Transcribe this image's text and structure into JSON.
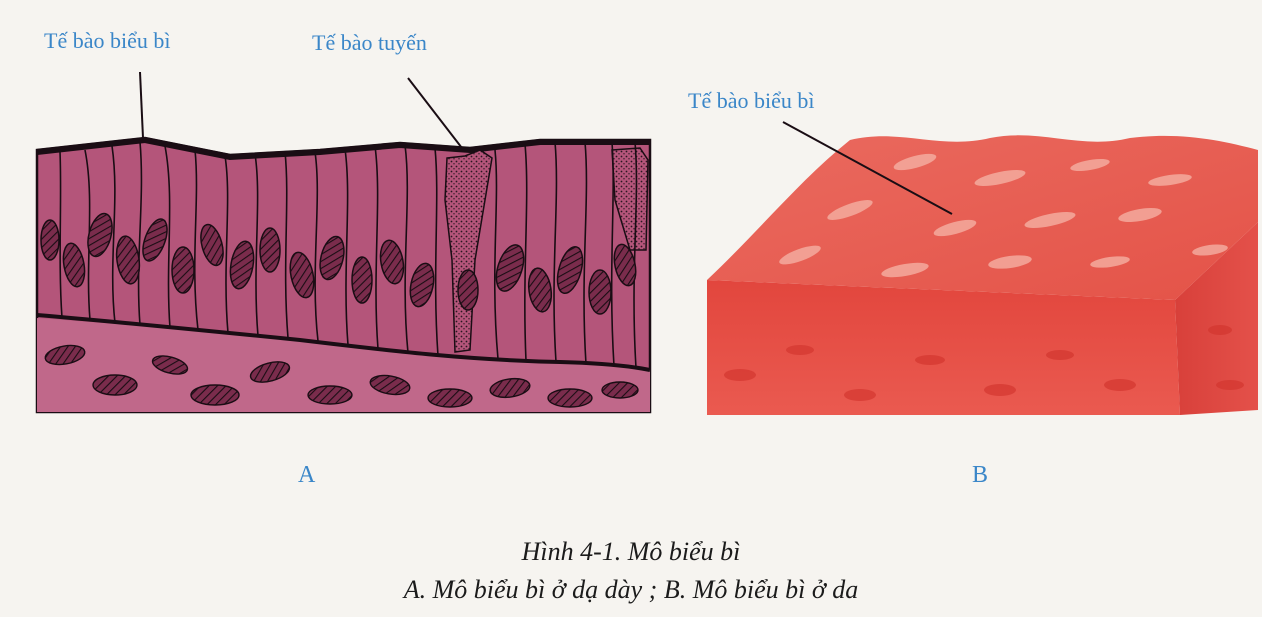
{
  "labels": {
    "a_epidermal": "Tế bào biểu bì",
    "a_glandular": "Tế bào tuyến",
    "b_epidermal": "Tế bào biểu bì"
  },
  "panels": {
    "a": "A",
    "b": "B"
  },
  "caption": {
    "title": "Hình 4-1. Mô biểu bì",
    "subtitle": "A. Mô biểu bì ở dạ dày ; B. Mô biểu bì ở da"
  },
  "colors": {
    "label_text": "#3a86c8",
    "tissue_a_fill": "#b4557a",
    "tissue_a_outline": "#1a0d14",
    "tissue_b_fill": "#e0463f",
    "tissue_b_top": "#e9675d",
    "caption_text": "#1b1b1b",
    "background": "#f6f4f0"
  }
}
